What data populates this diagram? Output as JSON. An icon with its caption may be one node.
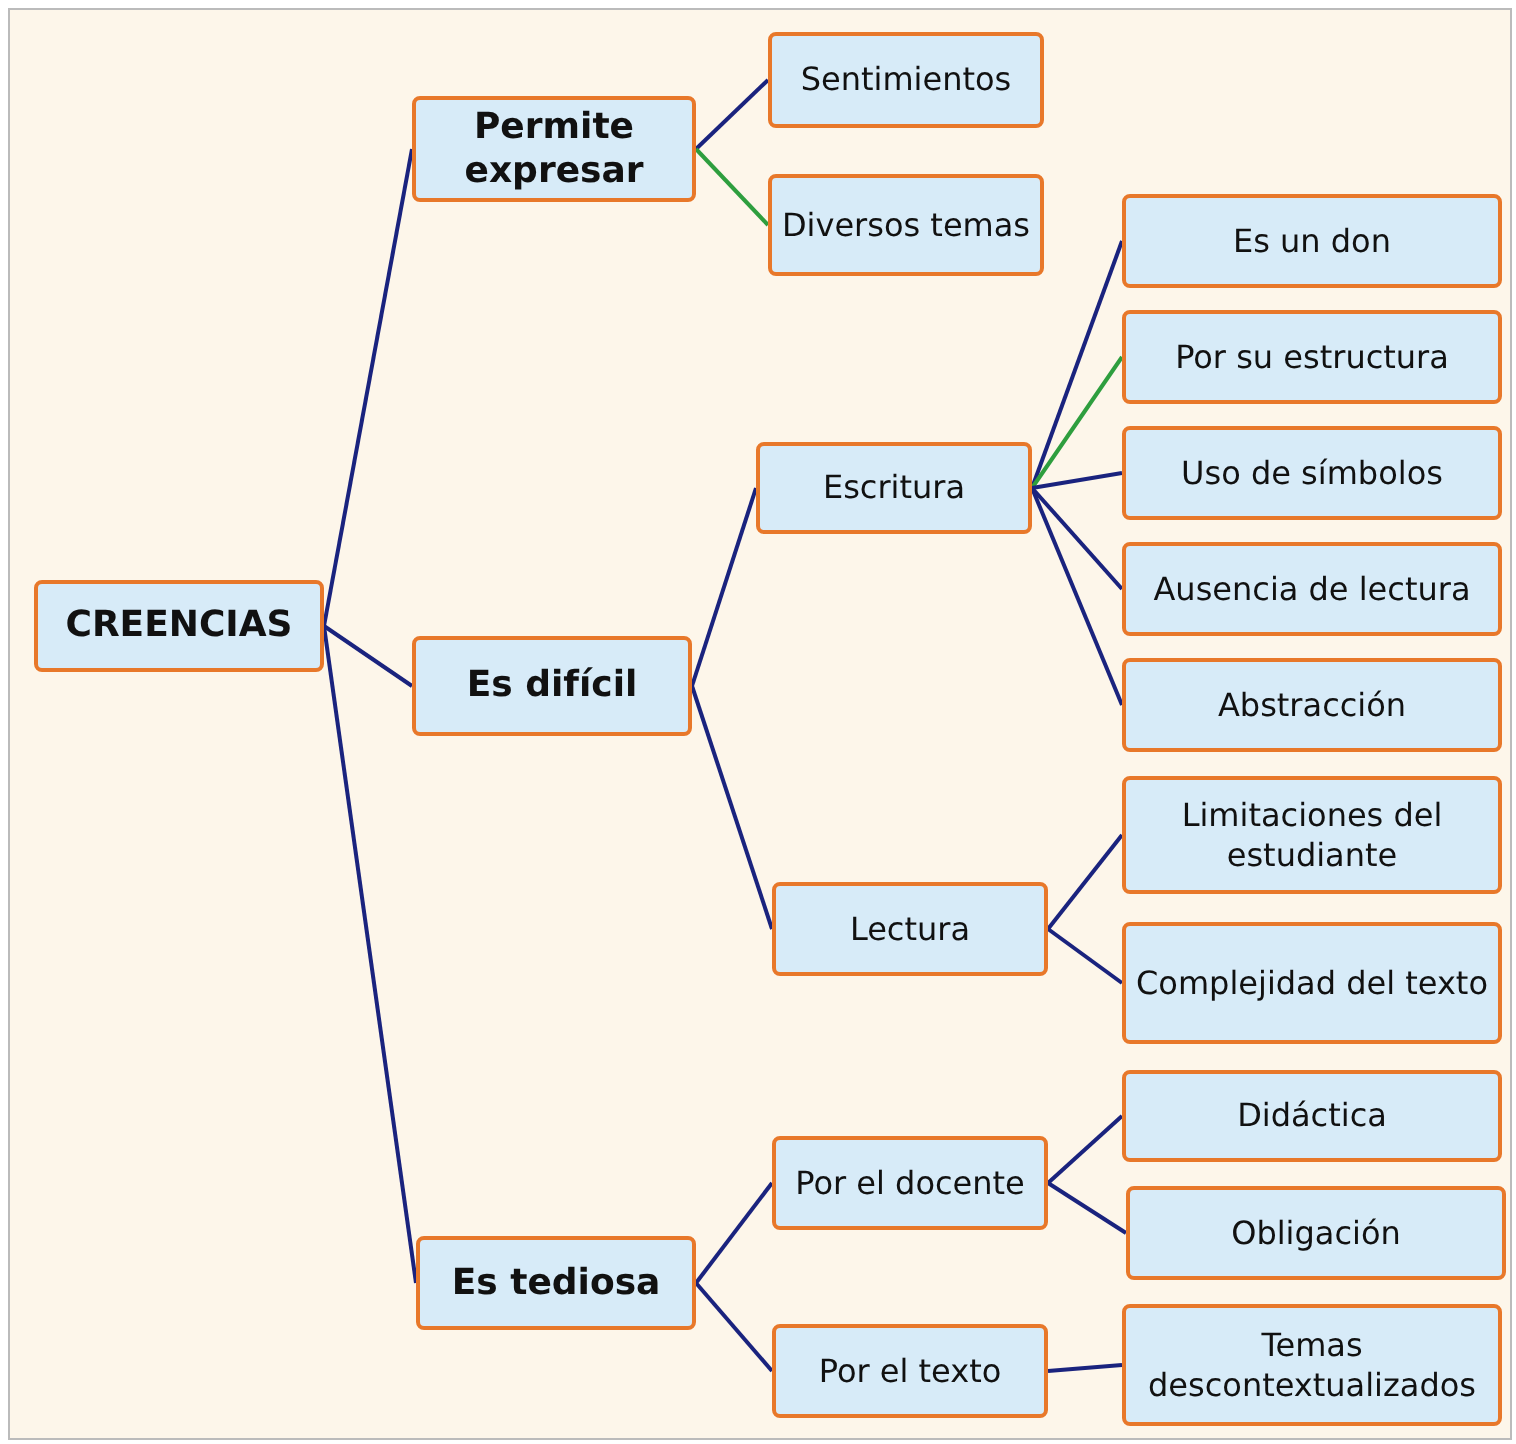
{
  "diagram": {
    "nodes": [
      {
        "text": [
          "CREENCIAS"
        ]
      },
      {
        "text": [
          "Permite expresar"
        ]
      },
      {
        "text": [
          "Sentimientos"
        ]
      },
      {
        "text": [
          "Diversos temas"
        ]
      },
      {
        "text": [
          "Es difícil"
        ]
      },
      {
        "text": [
          "Escritura"
        ]
      },
      {
        "text": [
          "Es un don"
        ]
      },
      {
        "text": [
          "Por su estructura"
        ]
      },
      {
        "text": [
          "Uso  de símbolos"
        ]
      },
      {
        "text": [
          "Ausencia de lectura"
        ]
      },
      {
        "text": [
          "Abstracción"
        ]
      },
      {
        "text": [
          "Lectura"
        ]
      },
      {
        "text": [
          "Limitaciones del estudiante"
        ]
      },
      {
        "text": [
          "Complejidad del texto"
        ]
      },
      {
        "text": [
          "Es tediosa"
        ]
      },
      {
        "text": [
          "Por el docente"
        ]
      },
      {
        "text": [
          "Didáctica"
        ]
      },
      {
        "text": [
          "Obligación"
        ]
      },
      {
        "text": [
          "Por el texto"
        ]
      },
      {
        "text": [
          "Temas descontextualizados"
        ]
      }
    ],
    "edges": [
      {
        "from": 0,
        "to": 1,
        "arrow": "none"
      },
      {
        "from": 0,
        "to": 4,
        "arrow": "none"
      },
      {
        "from": 0,
        "to": 14,
        "arrow": "none"
      },
      {
        "from": 1,
        "to": 2,
        "arrow": "none"
      },
      {
        "from": 1,
        "to": 3,
        "arrow": "none",
        "color": "#2e9e3e"
      },
      {
        "from": 4,
        "to": 5,
        "arrow": "none"
      },
      {
        "from": 4,
        "to": 11,
        "arrow": "none"
      },
      {
        "from": 5,
        "to": 6,
        "arrow": "none"
      },
      {
        "from": 5,
        "to": 7,
        "arrow": "none",
        "color": "#2e9e3e"
      },
      {
        "from": 5,
        "to": 8,
        "arrow": "none"
      },
      {
        "from": 5,
        "to": 9,
        "arrow": "none"
      },
      {
        "from": 5,
        "to": 10,
        "arrow": "none"
      },
      {
        "from": 11,
        "to": 12,
        "arrow": "none"
      },
      {
        "from": 11,
        "to": 13,
        "arrow": "none"
      },
      {
        "from": 14,
        "to": 15,
        "arrow": "none"
      },
      {
        "from": 14,
        "to": 18,
        "arrow": "none"
      },
      {
        "from": 15,
        "to": 16,
        "arrow": "none"
      },
      {
        "from": 15,
        "to": 17,
        "arrow": "none"
      },
      {
        "from": 18,
        "to": 19,
        "arrow": "none"
      }
    ]
  }
}
